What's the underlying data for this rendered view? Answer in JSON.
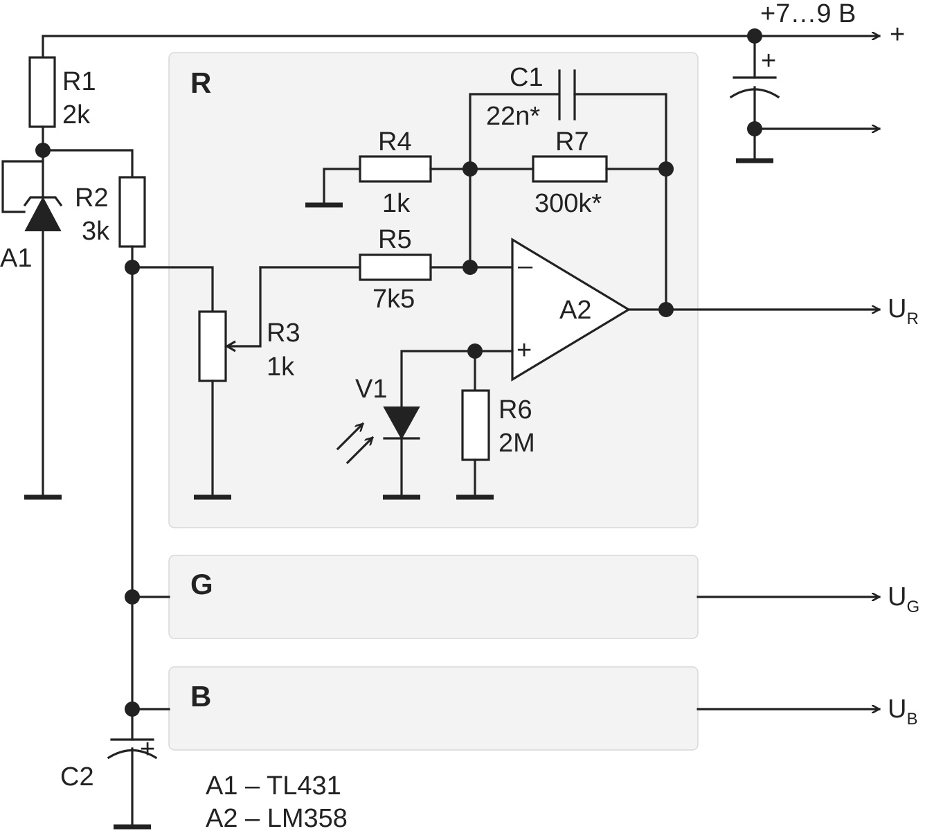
{
  "supply": {
    "voltage": "+7…9 В",
    "plus": "+"
  },
  "components": {
    "r1": {
      "ref": "R1",
      "value": "2k"
    },
    "r2": {
      "ref": "R2",
      "value": "3k"
    },
    "r3": {
      "ref": "R3",
      "value": "1k"
    },
    "r4": {
      "ref": "R4",
      "value": "1k"
    },
    "r5": {
      "ref": "R5",
      "value": "7k5"
    },
    "r6": {
      "ref": "R6",
      "value": "2M"
    },
    "r7": {
      "ref": "R7",
      "value": "300k*"
    },
    "c1": {
      "ref": "C1",
      "value": "22n*"
    },
    "c2": {
      "ref": "C2"
    },
    "a1": {
      "ref": "A1"
    },
    "a2": {
      "ref": "A2"
    },
    "v1": {
      "ref": "V1"
    }
  },
  "opamp": {
    "minus": "–",
    "plus": "+"
  },
  "cap_plus": "+",
  "blocks": {
    "r": "R",
    "g": "G",
    "b": "B"
  },
  "outputs": {
    "r": {
      "main": "U",
      "sub": "R"
    },
    "g": {
      "main": "U",
      "sub": "G"
    },
    "b": {
      "main": "U",
      "sub": "B"
    }
  },
  "notes": {
    "line1": "A1 – TL431",
    "line2": "A2 – LM358"
  },
  "colors": {
    "ink": "#222222",
    "panel": "#f3f3f3"
  },
  "icons": [
    "resistor-symbol",
    "zener-diode-symbol",
    "potentiometer-symbol",
    "op-amp-symbol",
    "photodiode-symbol",
    "polarized-capacitor-symbol",
    "capacitor-symbol",
    "ground-symbol",
    "arrow-icon"
  ]
}
